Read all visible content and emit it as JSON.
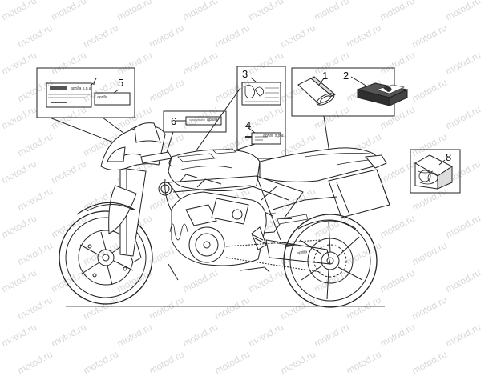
{
  "watermark": "motod.ru",
  "callouts": {
    "c1": "1",
    "c2": "2",
    "c3": "3",
    "c4": "4",
    "c5": "5",
    "c6": "6",
    "c7": "7",
    "c8": "8"
  },
  "decal_brand": "aprilia",
  "decal_brand_spa": "aprilia s.p.a.",
  "colors": {
    "line": "#222222",
    "dark_fill": "#3a3a3a",
    "watermark": "#b9b9b9"
  }
}
